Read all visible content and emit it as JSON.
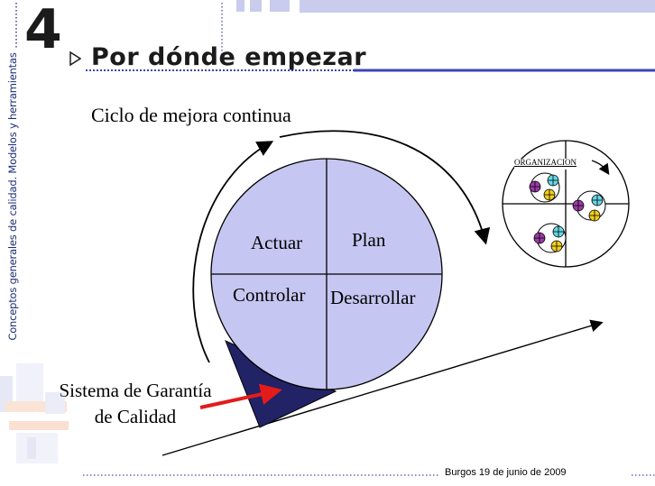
{
  "slide": {
    "section_number": "4",
    "title": "Por dónde empezar",
    "subtitle": "Ciclo de mejora continua",
    "side_label": "Conceptos generales de calidad. Modelos y herramientas",
    "footer": "Burgos 19 de junio  de  2009"
  },
  "cycle": {
    "quadrants": [
      "Actuar",
      "Plan",
      "Controlar",
      "Desarrollar"
    ]
  },
  "organization": {
    "label": "ORGANIZACION"
  },
  "wedge": {
    "label_line1": "Sistema de Garantía",
    "label_line2": "de Calidad"
  },
  "colors": {
    "brand_blue": "#3a46b4",
    "light_blue": "#c9ccec",
    "wedge_fill": "#222266",
    "arrow_red": "#e41b1b",
    "circle_fill": "#c6c6f2"
  }
}
